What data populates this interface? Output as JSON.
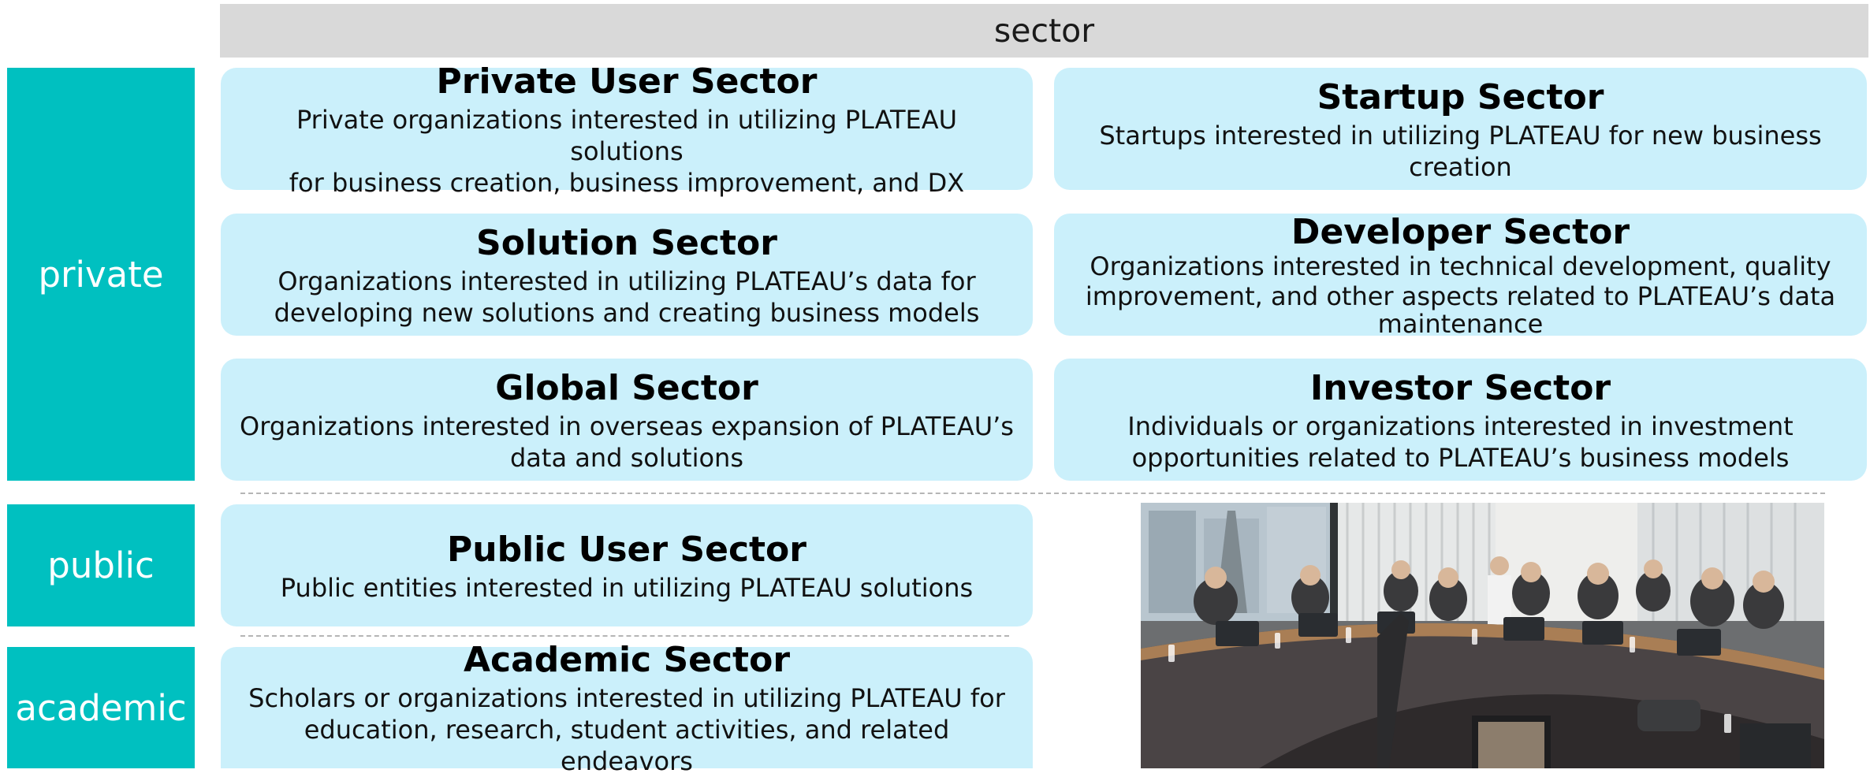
{
  "header": {
    "label": "sector"
  },
  "categories": {
    "private": "private",
    "public": "public",
    "academic": "academic"
  },
  "cards": {
    "private_user": {
      "title": "Private User Sector",
      "desc_1": "Private organizations interested in utilizing PLATEAU solutions",
      "desc_2": "for business creation, business improvement, and DX"
    },
    "startup": {
      "title": "Startup Sector",
      "desc_1": "Startups interested in utilizing PLATEAU for new business",
      "desc_2": "creation"
    },
    "solution": {
      "title": "Solution Sector",
      "desc_1": "Organizations interested in utilizing PLATEAU’s data for",
      "desc_2": "developing new solutions and creating business models"
    },
    "developer": {
      "title": "Developer Sector",
      "desc_1": "Organizations interested in technical development, quality",
      "desc_2": "improvement, and other aspects related to PLATEAU’s data",
      "desc_3": "maintenance"
    },
    "global": {
      "title": "Global Sector",
      "desc_1": "Organizations interested in overseas expansion of PLATEAU’s",
      "desc_2": "data and solutions"
    },
    "investor": {
      "title": "Investor Sector",
      "desc_1": "Individuals or organizations interested in investment",
      "desc_2": "opportunities related to PLATEAU’s business models"
    },
    "public_user": {
      "title": "Public User Sector",
      "desc_1": "Public entities interested in utilizing PLATEAU solutions"
    },
    "academic": {
      "title": "Academic Sector",
      "desc_1": "Scholars or organizations interested in utilizing PLATEAU for",
      "desc_2": "education, research, student activities, and related endeavors"
    }
  },
  "colors": {
    "category_fill": "#00c0c0",
    "card_fill": "#cbf0fb",
    "header_fill": "#d9d9d9"
  }
}
